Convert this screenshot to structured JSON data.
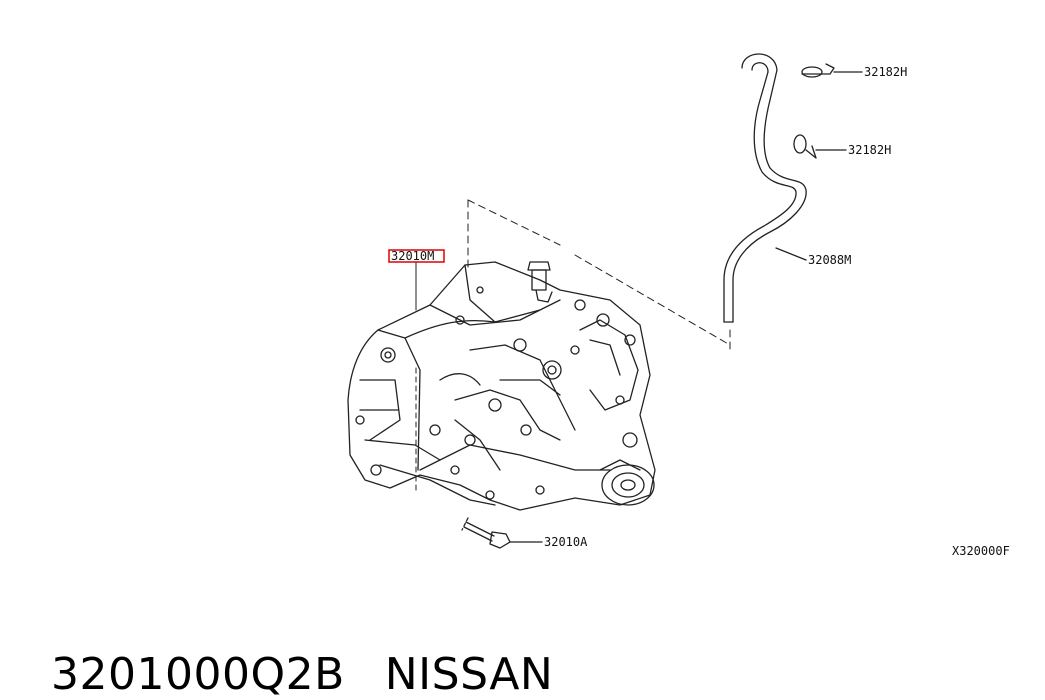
{
  "diagram": {
    "code": "X320000F",
    "callouts": {
      "transmission": "32010M",
      "bolt": "32010A",
      "hose": "32088M",
      "clamp_upper": "32182H",
      "clamp_lower": "32182H"
    },
    "highlight_color": "#e00000"
  },
  "footer": {
    "part_number": "3201000Q2B",
    "brand": "NISSAN"
  }
}
